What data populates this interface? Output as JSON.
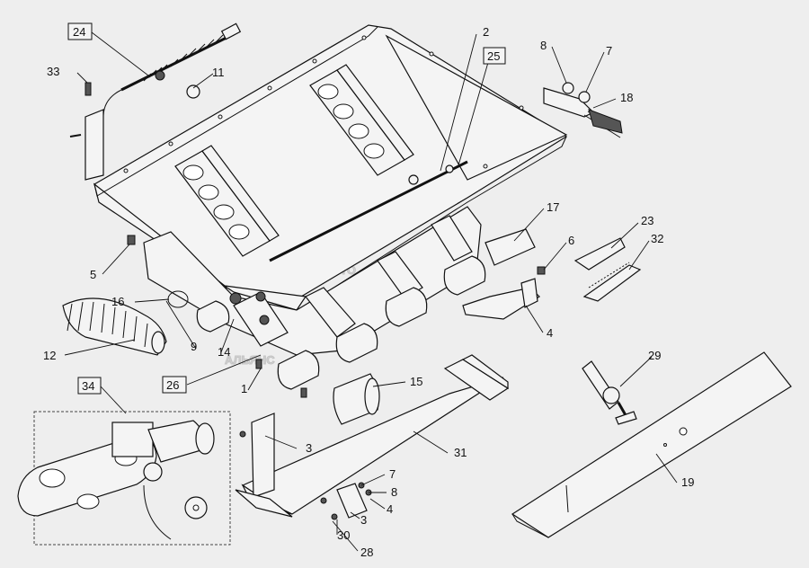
{
  "watermark": {
    "line1": "АВТО",
    "line2": "АЛЬЯНС"
  },
  "callouts": [
    {
      "id": "c24",
      "text": "24",
      "boxed": true
    },
    {
      "id": "c33",
      "text": "33",
      "boxed": false
    },
    {
      "id": "c11",
      "text": "11",
      "boxed": false
    },
    {
      "id": "c2",
      "text": "2",
      "boxed": false
    },
    {
      "id": "c25",
      "text": "25",
      "boxed": true
    },
    {
      "id": "c8a",
      "text": "8",
      "boxed": false
    },
    {
      "id": "c7a",
      "text": "7",
      "boxed": false
    },
    {
      "id": "c18",
      "text": "18",
      "boxed": false
    },
    {
      "id": "c17",
      "text": "17",
      "boxed": false
    },
    {
      "id": "c23",
      "text": "23",
      "boxed": false
    },
    {
      "id": "c6",
      "text": "6",
      "boxed": false
    },
    {
      "id": "c32",
      "text": "32",
      "boxed": false
    },
    {
      "id": "c5",
      "text": "5",
      "boxed": false
    },
    {
      "id": "c16",
      "text": "16",
      "boxed": false
    },
    {
      "id": "c12",
      "text": "12",
      "boxed": false
    },
    {
      "id": "c9",
      "text": "9",
      "boxed": false
    },
    {
      "id": "c14",
      "text": "14",
      "boxed": false
    },
    {
      "id": "c4a",
      "text": "4",
      "boxed": false
    },
    {
      "id": "c26",
      "text": "26",
      "boxed": true
    },
    {
      "id": "c29",
      "text": "29",
      "boxed": false
    },
    {
      "id": "c34",
      "text": "34",
      "boxed": true
    },
    {
      "id": "c1",
      "text": "1",
      "boxed": false
    },
    {
      "id": "c15",
      "text": "15",
      "boxed": false
    },
    {
      "id": "c3a",
      "text": "3",
      "boxed": false
    },
    {
      "id": "c31",
      "text": "31",
      "boxed": false
    },
    {
      "id": "c19",
      "text": "19",
      "boxed": false
    },
    {
      "id": "c7b",
      "text": "7",
      "boxed": false
    },
    {
      "id": "c8b",
      "text": "8",
      "boxed": false
    },
    {
      "id": "c4b",
      "text": "4",
      "boxed": false
    },
    {
      "id": "c3b",
      "text": "3",
      "boxed": false
    },
    {
      "id": "c30",
      "text": "30",
      "boxed": false
    },
    {
      "id": "c28",
      "text": "28",
      "boxed": false
    }
  ]
}
